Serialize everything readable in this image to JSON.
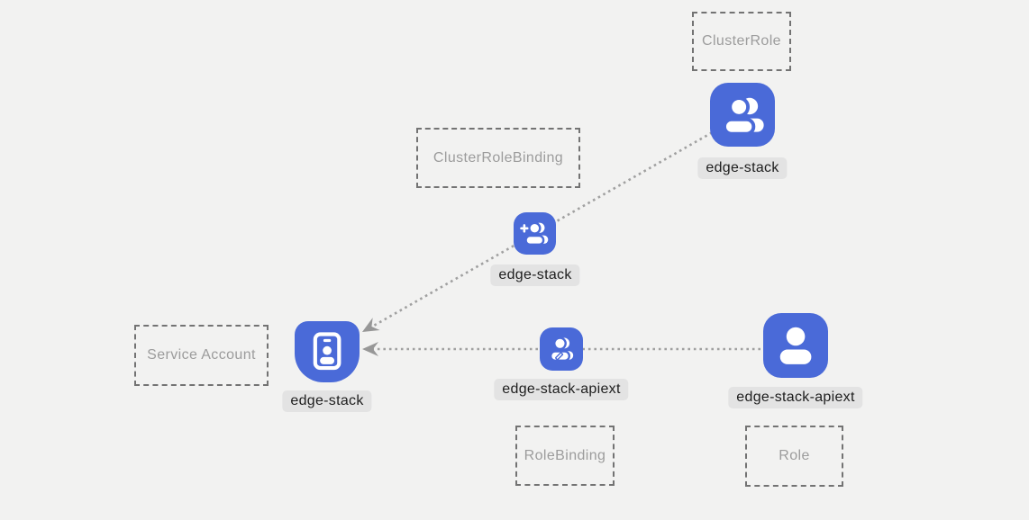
{
  "diagram": {
    "description": "Kubernetes RBAC relationship diagram",
    "colors": {
      "background": "#f2f2f1",
      "icon_blue": "#4a6ad8",
      "edge_line": "#a0a0a0",
      "arrow": "#979797",
      "box_border": "#737373",
      "box_text": "#9c9c9c",
      "chip_bg": "#e3e3e3",
      "chip_text": "#1e1e1e"
    },
    "kind_boxes": [
      {
        "id": "cluster-role",
        "label": "ClusterRole"
      },
      {
        "id": "cluster-role-binding",
        "label": "ClusterRoleBinding"
      },
      {
        "id": "service-account",
        "label": "Service Account"
      },
      {
        "id": "role-binding",
        "label": "RoleBinding"
      },
      {
        "id": "role",
        "label": "Role"
      }
    ],
    "nodes": [
      {
        "id": "clusterrole-edge-stack",
        "kind": "ClusterRole",
        "label": "edge-stack",
        "icon": "users-icon"
      },
      {
        "id": "clusterrolebinding-edge-stack",
        "kind": "ClusterRoleBinding",
        "label": "edge-stack",
        "icon": "user-plus-icon"
      },
      {
        "id": "serviceaccount-edge-stack",
        "kind": "Service Account",
        "label": "edge-stack",
        "icon": "id-badge-icon"
      },
      {
        "id": "rolebinding-edge-stack-apiext",
        "kind": "RoleBinding",
        "label": "edge-stack-apiext",
        "icon": "user-edit-icon"
      },
      {
        "id": "role-edge-stack-apiext",
        "kind": "Role",
        "label": "edge-stack-apiext",
        "icon": "user-icon"
      }
    ],
    "edges": [
      {
        "from": "clusterrole-edge-stack",
        "via": "clusterrolebinding-edge-stack",
        "to": "serviceaccount-edge-stack",
        "style": "dotted-arrow"
      },
      {
        "from": "role-edge-stack-apiext",
        "via": "rolebinding-edge-stack-apiext",
        "to": "serviceaccount-edge-stack",
        "style": "dotted-arrow"
      }
    ]
  }
}
